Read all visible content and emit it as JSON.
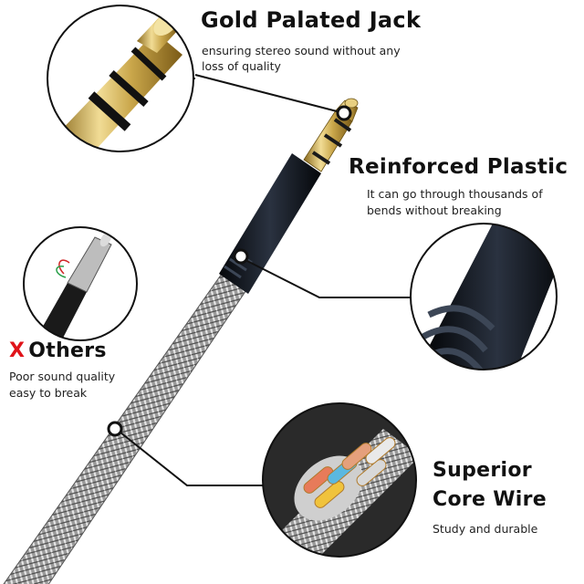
{
  "callouts": {
    "gold_jack": {
      "title": "Gold Palated Jack",
      "lines": [
        "ensuring stereo sound without any",
        "loss of quality"
      ]
    },
    "reinforced_plastic": {
      "title": "Reinforced Plastic",
      "lines": [
        "It can go through thousands of",
        "bends without breaking"
      ]
    },
    "others": {
      "mark": "X",
      "title": "Others",
      "lines": [
        "Poor sound quality",
        "easy to break"
      ]
    },
    "core_wire": {
      "title_lines": [
        "Superior",
        "Core Wire"
      ],
      "lines": [
        "Study and durable"
      ]
    }
  },
  "colors": {
    "x_mark": "#e0141a",
    "braid_light": "#d9d9d9",
    "braid_dark": "#5a5a5a",
    "gold": "#c9a64a",
    "black_plastic": "#141820"
  }
}
